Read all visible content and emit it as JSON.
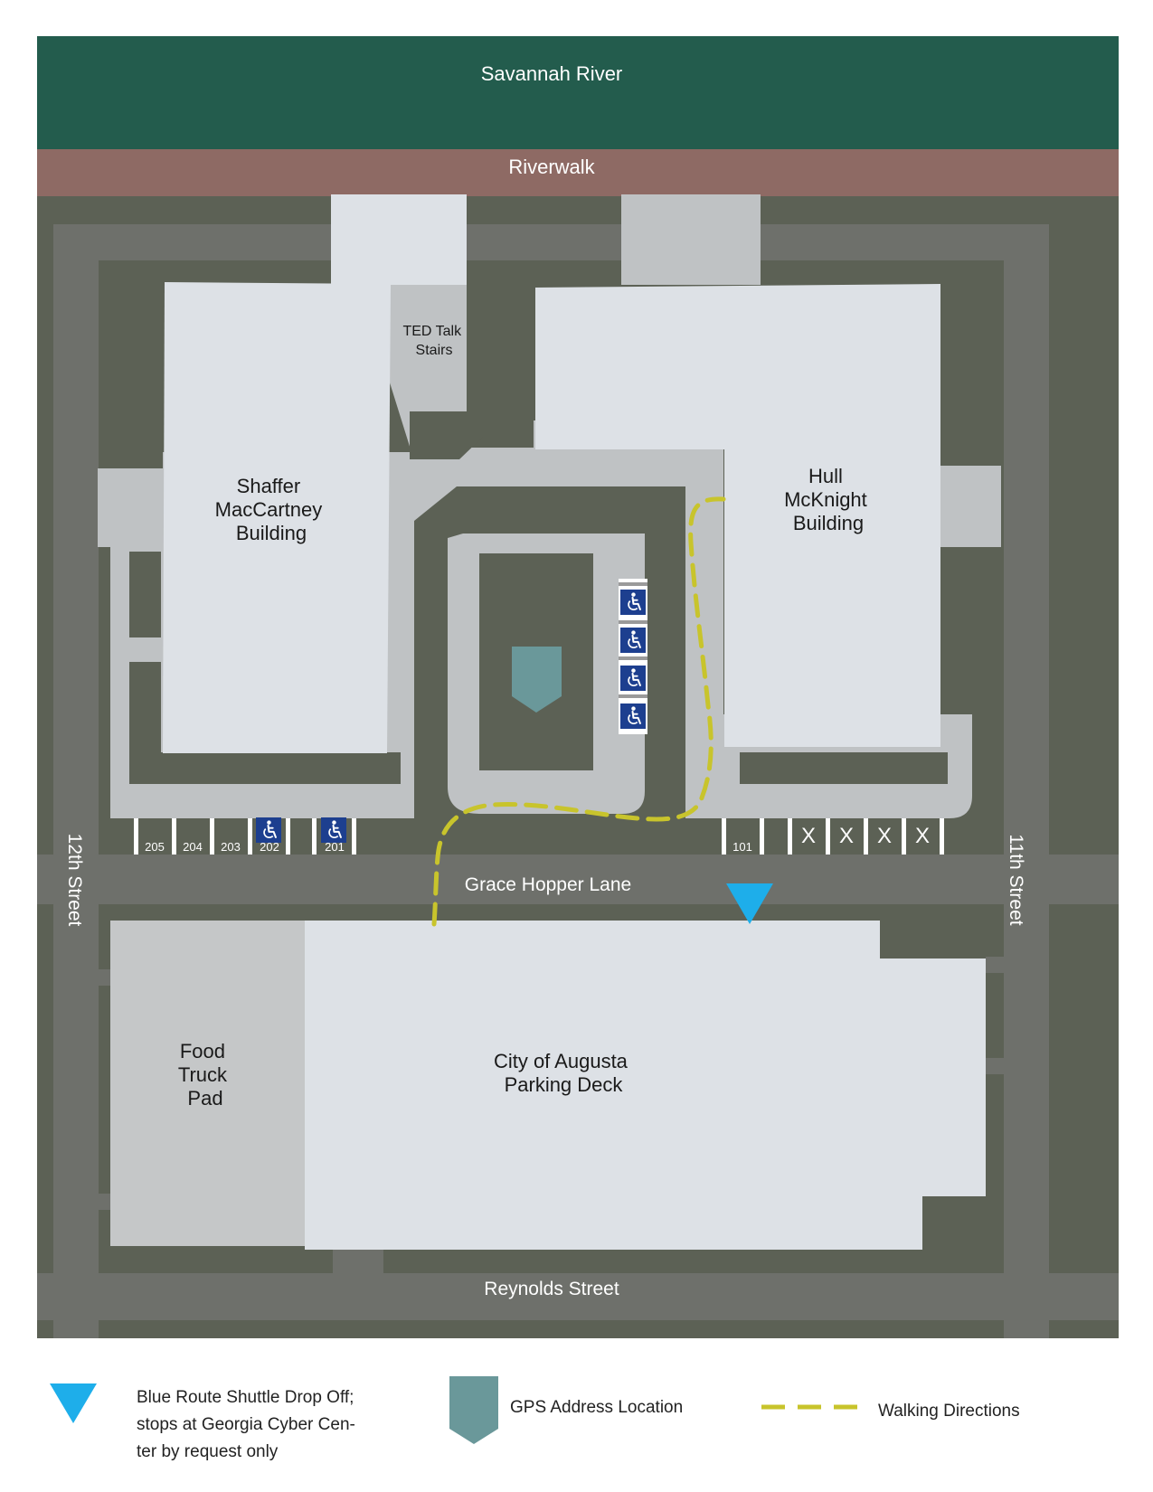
{
  "colors": {
    "river": "#235c4d",
    "riverwalk": "#8e6a64",
    "ground": "#5c6155",
    "street": "#6e706b",
    "building": "#dde1e6",
    "walkway": "#bfc2c4",
    "food_truck_pad": "#c5c7c8",
    "walking_path": "#c8c42c",
    "shuttle": "#1eaeea",
    "gps_marker": "#6a989a",
    "accessible_sign": "#1d3f8f"
  },
  "labels": {
    "river": "Savannah River",
    "riverwalk": "Riverwalk",
    "ted_talk_stairs": [
      "TED Talk",
      "Stairs"
    ],
    "shaffer_building": [
      "Shaffer",
      "MacCartney",
      "Building"
    ],
    "hull_building": [
      "Hull",
      "McKnight",
      "Building"
    ],
    "grace_hopper_lane": "Grace Hopper Lane",
    "twelfth_street": "12th Street",
    "eleventh_street": "11th Street",
    "food_truck_pad": [
      "Food",
      "Truck",
      "Pad"
    ],
    "parking_deck": [
      "City of Augusta",
      "Parking Deck"
    ],
    "reynolds_street": "Reynolds Street"
  },
  "parking_spaces_left": [
    "205",
    "204",
    "203",
    "202",
    "201"
  ],
  "parking_spaces_right": [
    "101",
    "",
    "X",
    "X",
    "X",
    "X"
  ],
  "icons": {
    "accessible": "wheelchair-icon",
    "shuttle": "triangle-down-icon",
    "gps": "shield-marker-icon"
  },
  "legend": {
    "shuttle_lines": [
      "Blue Route Shuttle Drop Off;",
      "stops at Georgia Cyber Cen-",
      "ter by request only"
    ],
    "gps": "GPS Address Location",
    "walking": "Walking Directions"
  }
}
